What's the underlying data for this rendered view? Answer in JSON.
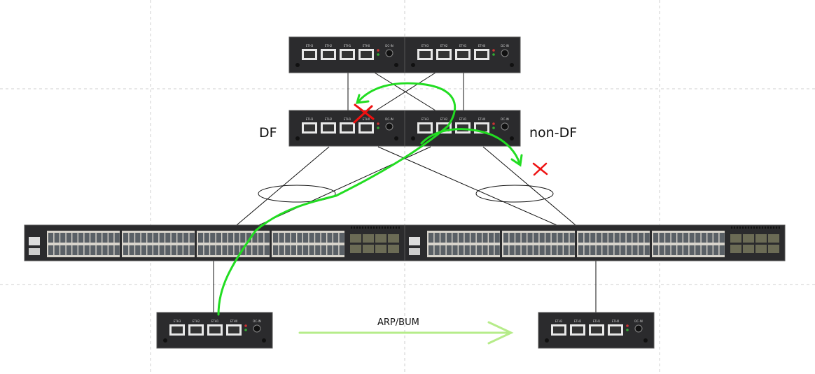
{
  "labels": {
    "df": "DF",
    "non_df": "non-DF",
    "arp_bum": "ARP/BUM"
  },
  "device_lettering": {
    "router_ports": [
      "ETH3",
      "ETH2",
      "ETH1",
      "ETH0"
    ],
    "router_power": "DC-IN"
  },
  "colors": {
    "traffic_path": "#22dd22",
    "blocked": "#ee1111",
    "arp_arrow": "#b6ec8a",
    "grid": "#c8c8c8",
    "device": "#2b2b2d"
  }
}
